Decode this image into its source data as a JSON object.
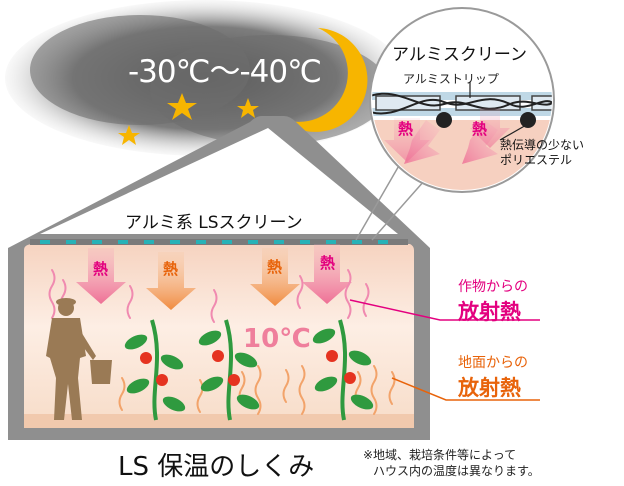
{
  "outside_temperature": "-30℃〜-40℃",
  "screen_label": "アルミ系 LSスクリーン",
  "inside_temperature": "10℃",
  "heat_glyph": "熱",
  "crop_heat": {
    "line1": "作物からの",
    "line2": "放射熱",
    "color": "#e3007f"
  },
  "ground_heat": {
    "line1": "地面からの",
    "line2": "放射熱",
    "color": "#e8630a"
  },
  "title": "LS 保温のしくみ",
  "note": {
    "line1": "※地域、栽培条件等によって",
    "line2": "ハウス内の温度は異なります。"
  },
  "zoom": {
    "title": "アルミスクリーン",
    "strip_label": "アルミストリップ",
    "polyester_line1": "熱伝導の少ない",
    "polyester_line2": "ポリエステル"
  },
  "colors": {
    "night_cloud": "#7a7a7a",
    "moon": "#f7b500",
    "greenhouse_frame": "#8f8f8f",
    "interior": "#fbe6d6",
    "crop_arrow": "#ef7f9c",
    "ground_arrow": "#f29b55",
    "plant_leaf": "#2f9a3f",
    "tomato": "#e53320"
  },
  "icons": [
    "moon-icon",
    "star-icon",
    "farmer-icon",
    "tomato-plant-icon",
    "heat-arrow-icon"
  ]
}
